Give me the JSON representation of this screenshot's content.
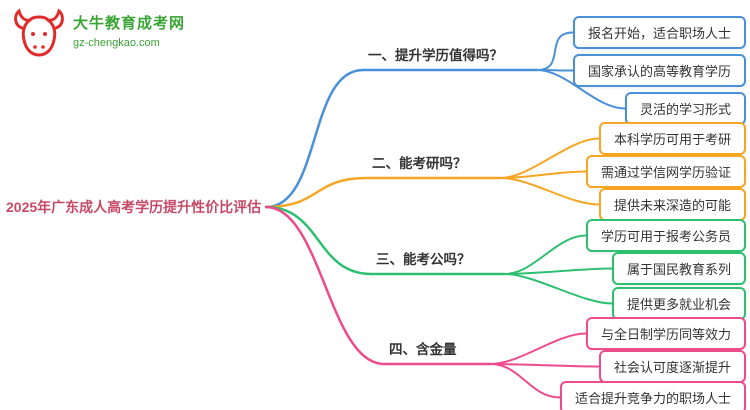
{
  "logo": {
    "site_name": "大牛教育成考网",
    "site_url": "gz-chengkao.com",
    "brand_color": "#3aa536",
    "icon_color": "#e02b2b"
  },
  "root": {
    "label": "2025年广东成人高考学历提升性价比评估",
    "color": "#c64a67"
  },
  "branches": [
    {
      "label": "一、提升学历值得吗？",
      "color": "#4a90d9",
      "children": [
        "报名开始，适合职场人士",
        "国家承认的高等教育学历",
        "灵活的学习形式"
      ]
    },
    {
      "label": "二、能考研吗？",
      "color": "#f5a623",
      "children": [
        "本科学历可用于考研",
        "需通过学信网学历验证",
        "提供未来深造的可能"
      ]
    },
    {
      "label": "三、能考公吗？",
      "color": "#2fbf71",
      "children": [
        "学历可用于报考公务员",
        "属于国民教育系列",
        "提供更多就业机会"
      ]
    },
    {
      "label": "四、含金量",
      "color": "#ed4c8c",
      "children": [
        "与全日制学历同等效力",
        "社会认可度逐渐提升",
        "适合提升竞争力的职场人士"
      ]
    }
  ]
}
